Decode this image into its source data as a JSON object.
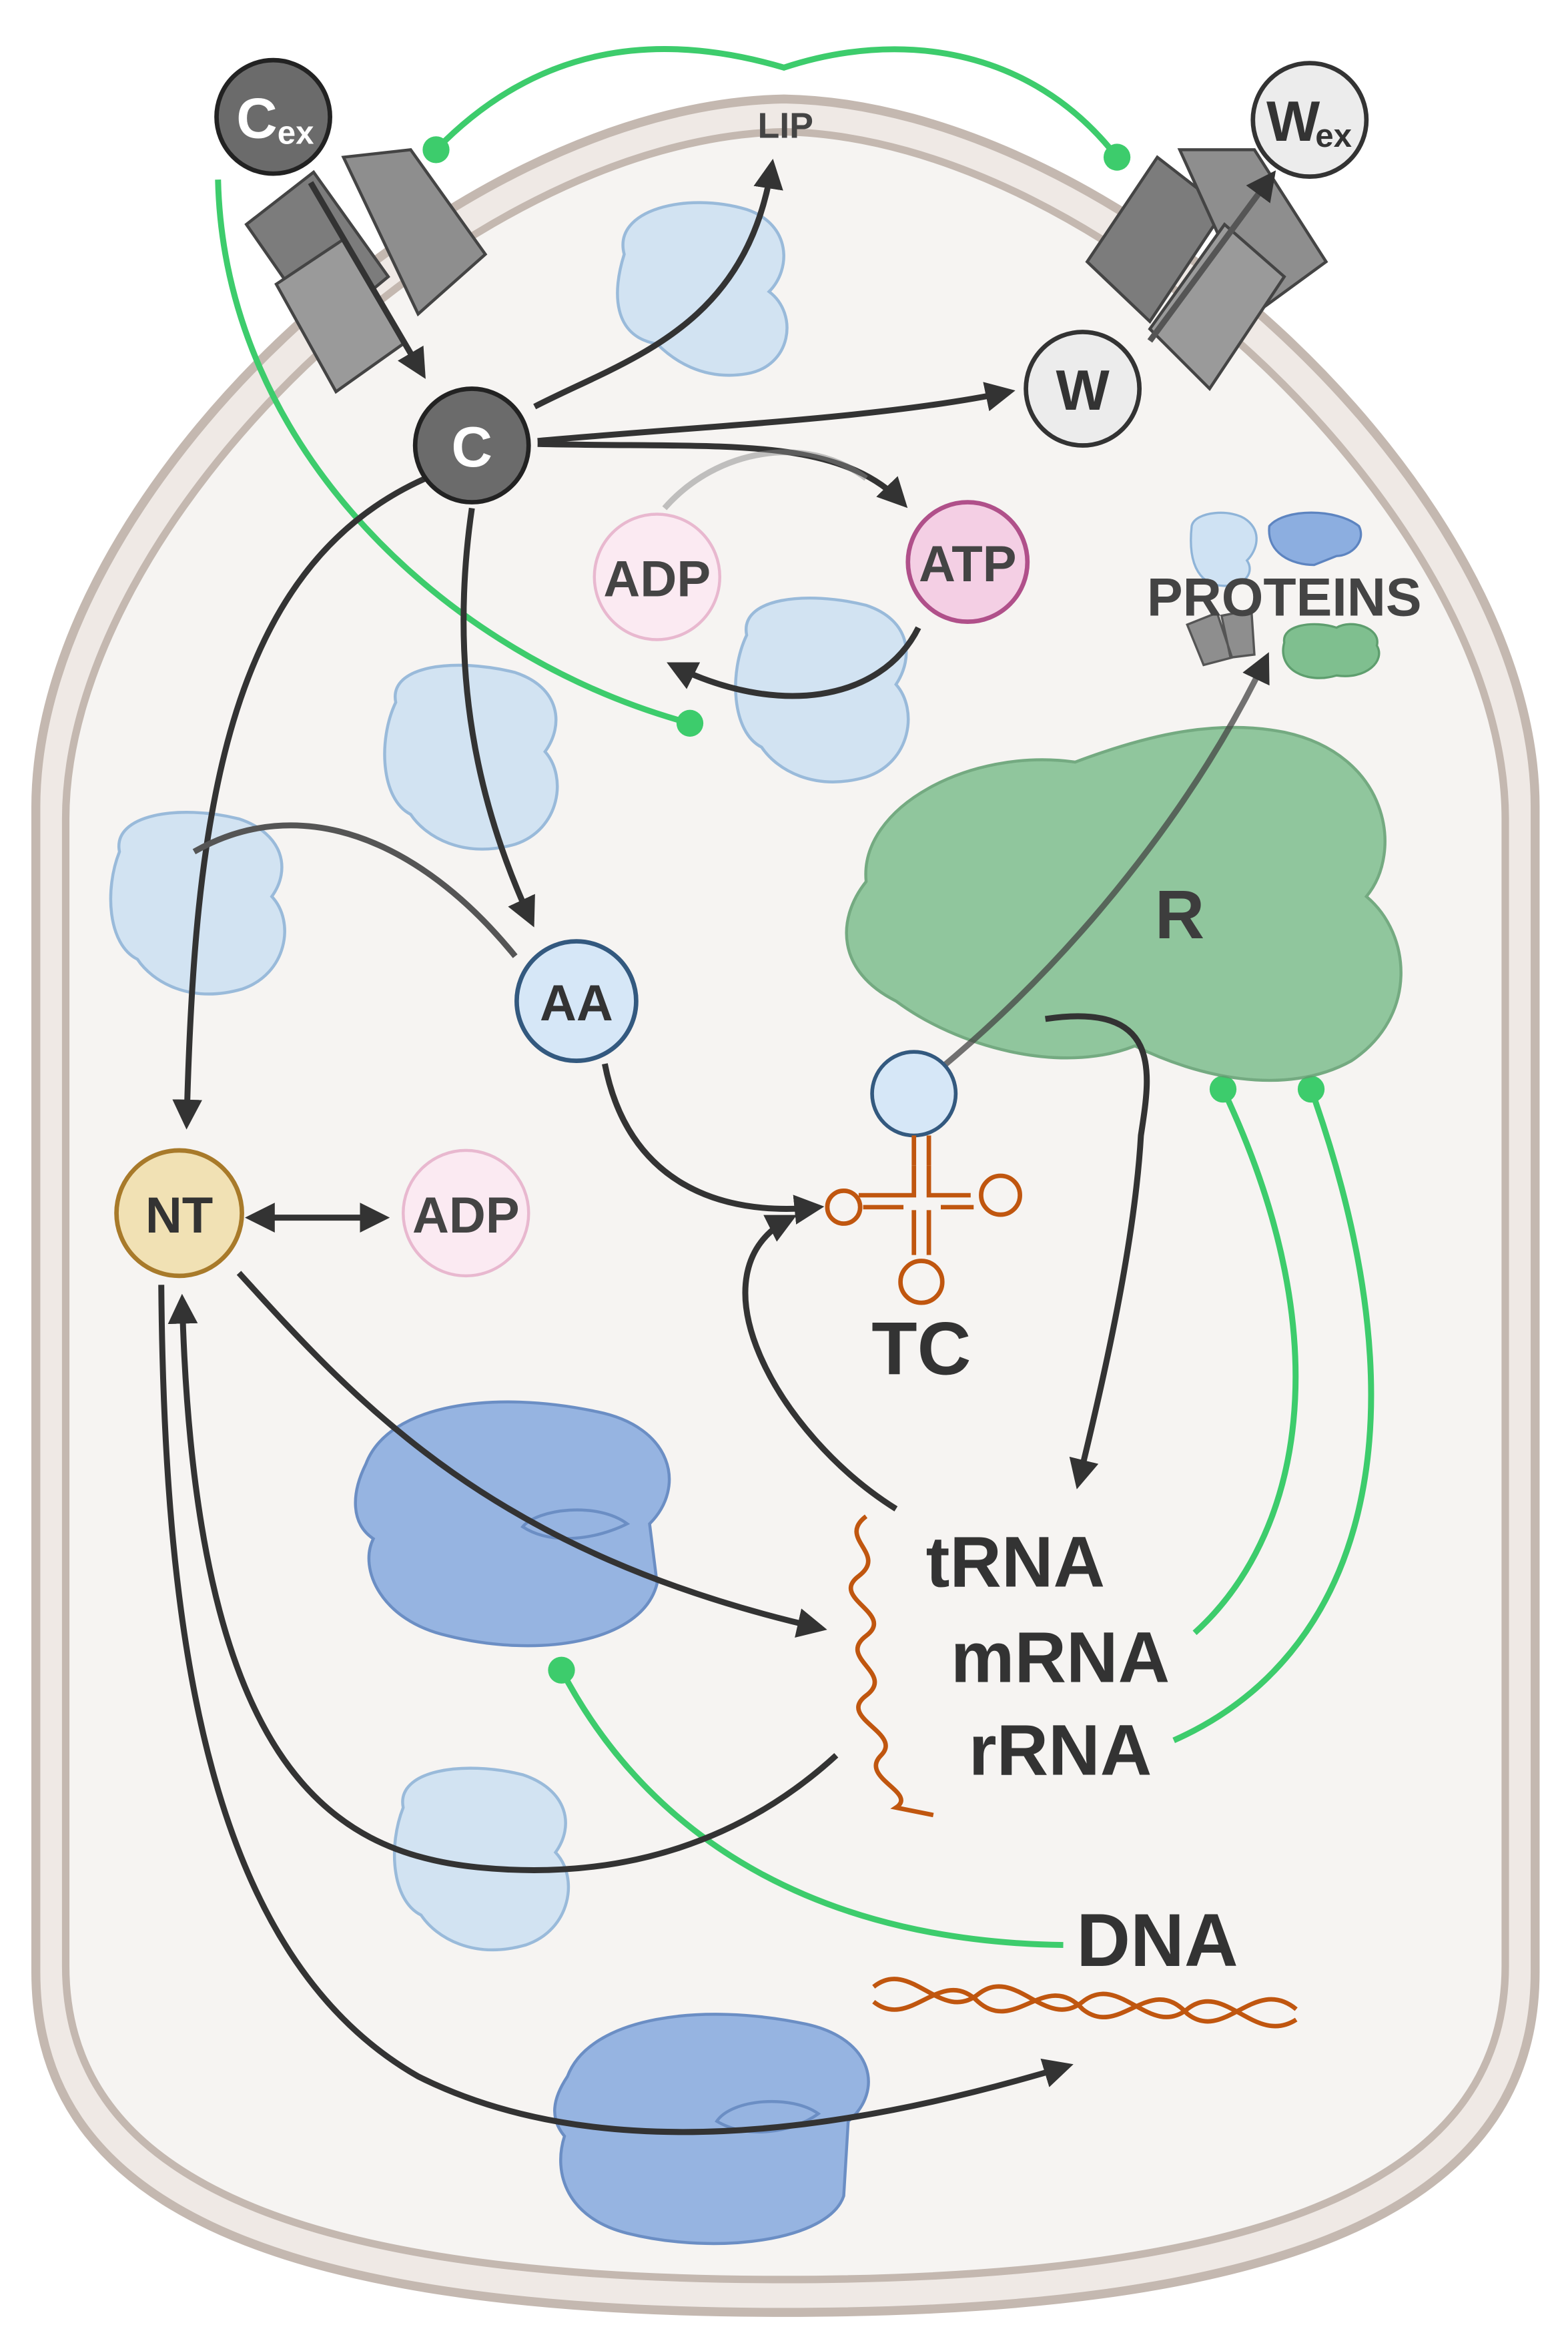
{
  "nodes": {
    "c_ex": {
      "main": "C",
      "sub": "ex"
    },
    "w_ex": {
      "main": "W",
      "sub": "ex"
    },
    "lip": "LIP",
    "c": "C",
    "w": "W",
    "adp_top": "ADP",
    "atp": "ATP",
    "proteins": "PROTEINS",
    "r": "R",
    "aa": "AA",
    "nt": "NT",
    "adp_mid": "ADP",
    "tc": "TC",
    "trna": "tRNA",
    "mrna": "mRNA",
    "rrna": "rRNA",
    "dna": "DNA"
  },
  "colors": {
    "cell_fill": "#f6f4f2",
    "membrane": "#c4b8b0",
    "arrow": "#333333",
    "regulation": "#3dcc6c",
    "enzyme_light": "#cfe2f3",
    "enzyme_dark": "#8caee0",
    "ribosome": "#7fbf8f",
    "rna": "#c0560f",
    "nt_fill": "#f1e1b4",
    "nt_stroke": "#a87a2a",
    "atp_fill": "#f4cfe4",
    "atp_stroke": "#b0508a",
    "adp_fill": "#fbeaf2",
    "aa_fill": "#d6e7f7",
    "aa_stroke": "#33597f"
  },
  "icons": {
    "transporter": "membrane-transporter-icon",
    "enzyme": "enzyme-icon",
    "polymerase": "polymerase-icon",
    "trna": "trna-icon",
    "rna_strand": "rna-strand-icon",
    "dna_helix": "dna-helix-icon"
  }
}
